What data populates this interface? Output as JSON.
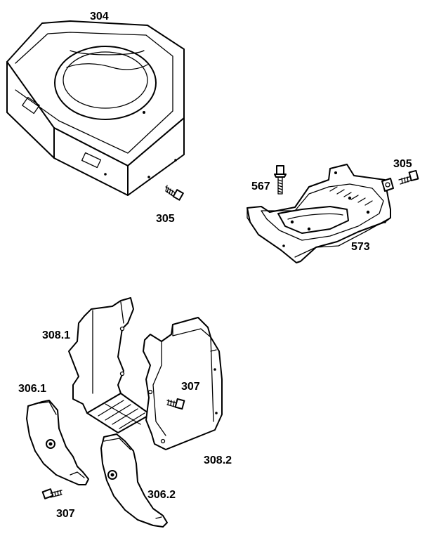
{
  "diagram": {
    "parts": [
      {
        "id": "p304",
        "label": "304",
        "name": "blower-housing"
      },
      {
        "id": "p305a",
        "label": "305",
        "name": "screw"
      },
      {
        "id": "p567",
        "label": "567",
        "name": "bolt"
      },
      {
        "id": "p305b",
        "label": "305",
        "name": "screw"
      },
      {
        "id": "p573",
        "label": "573",
        "name": "base-plate"
      },
      {
        "id": "p3081",
        "label": "308.1",
        "name": "cylinder-shield"
      },
      {
        "id": "p3061",
        "label": "306.1",
        "name": "side-shroud"
      },
      {
        "id": "p307a",
        "label": "307",
        "name": "screw"
      },
      {
        "id": "p3082",
        "label": "308.2",
        "name": "cylinder-shield"
      },
      {
        "id": "p307b",
        "label": "307",
        "name": "screw"
      },
      {
        "id": "p3062",
        "label": "306.2",
        "name": "side-shroud"
      }
    ]
  }
}
